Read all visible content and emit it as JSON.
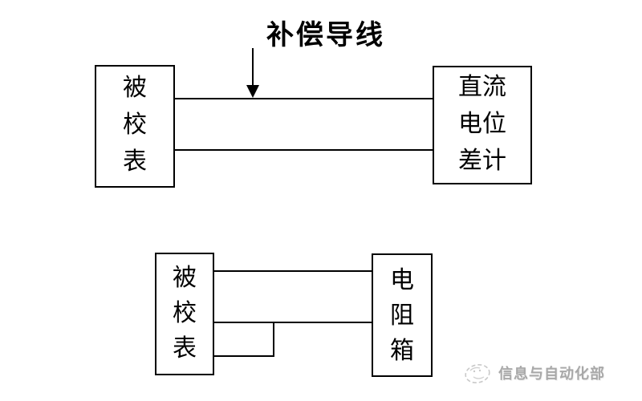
{
  "top_diagram": {
    "label": "补偿导线",
    "left_box": {
      "lines": [
        "被",
        "校",
        "表"
      ]
    },
    "right_box": {
      "lines": [
        "直流",
        "电位",
        "差计"
      ]
    }
  },
  "bottom_diagram": {
    "left_box": {
      "lines": [
        "被",
        "校",
        "表"
      ]
    },
    "right_box": {
      "lines": [
        "电",
        "阻",
        "箱"
      ]
    }
  },
  "watermark": {
    "text": "信息与自动化部"
  },
  "colors": {
    "line": "#000000",
    "background": "#ffffff",
    "watermark_text": "#a8a8a8"
  }
}
